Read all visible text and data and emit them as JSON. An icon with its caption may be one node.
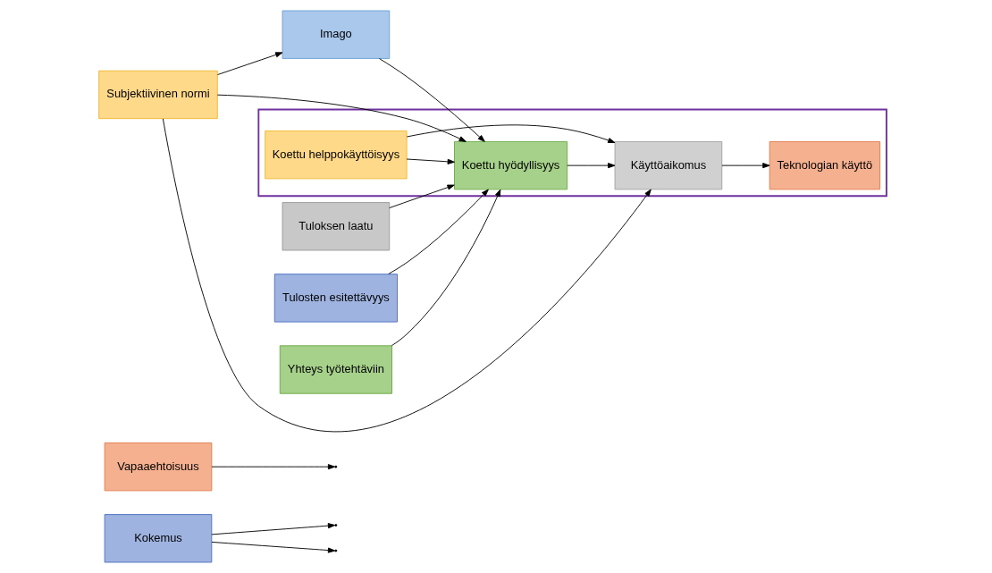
{
  "diagram": {
    "nodes": [
      {
        "text": [
          "Kokemus"
        ]
      },
      {
        "text": [
          "Vapaaehtoisuus"
        ]
      },
      {
        "text": [
          "Subjektiivinen normi"
        ]
      },
      {
        "text": [
          "Imago"
        ]
      },
      {
        "text": [
          "Yhteys työtehtäviin"
        ]
      },
      {
        "text": [
          "Tuloksen laatu"
        ]
      },
      {
        "text": [
          "Tulosten esitettävyys"
        ]
      },
      {
        "text": [],
        "shape": "box"
      },
      {
        "text": [
          "Koettu hyödyllisyys"
        ],
        "in": 7
      },
      {
        "text": [
          "Käyttöaikomus"
        ],
        "in": 7
      },
      {
        "text": [
          "Teknologian käyttö"
        ],
        "in": 7
      },
      {
        "text": [
          "Koettu helppokäyttöisyys"
        ],
        "in": 7
      }
    ],
    "edges": [
      {
        "from": 2,
        "to": 9,
        "arrow": "to"
      },
      {
        "from": 0,
        "to": null,
        "arrow": "to"
      },
      {
        "from": 1,
        "to": null,
        "arrow": "to"
      },
      {
        "from": 0,
        "to": null,
        "arrow": "to"
      },
      {
        "from": 2,
        "to": 8,
        "arrow": "to"
      },
      {
        "from": 2,
        "to": 3,
        "arrow": "to"
      },
      {
        "from": 3,
        "to": 8,
        "arrow": "to"
      },
      {
        "from": 4,
        "to": 8,
        "arrow": "to"
      },
      {
        "from": 5,
        "to": 8,
        "arrow": "to"
      },
      {
        "from": 6,
        "to": 8,
        "arrow": "to"
      },
      {
        "from": 8,
        "to": 9,
        "arrow": "to"
      },
      {
        "from": 11,
        "to": 8,
        "arrow": "to"
      },
      {
        "from": 11,
        "to": 9,
        "arrow": "to"
      },
      {
        "from": 9,
        "to": 10,
        "arrow": "to"
      }
    ]
  }
}
